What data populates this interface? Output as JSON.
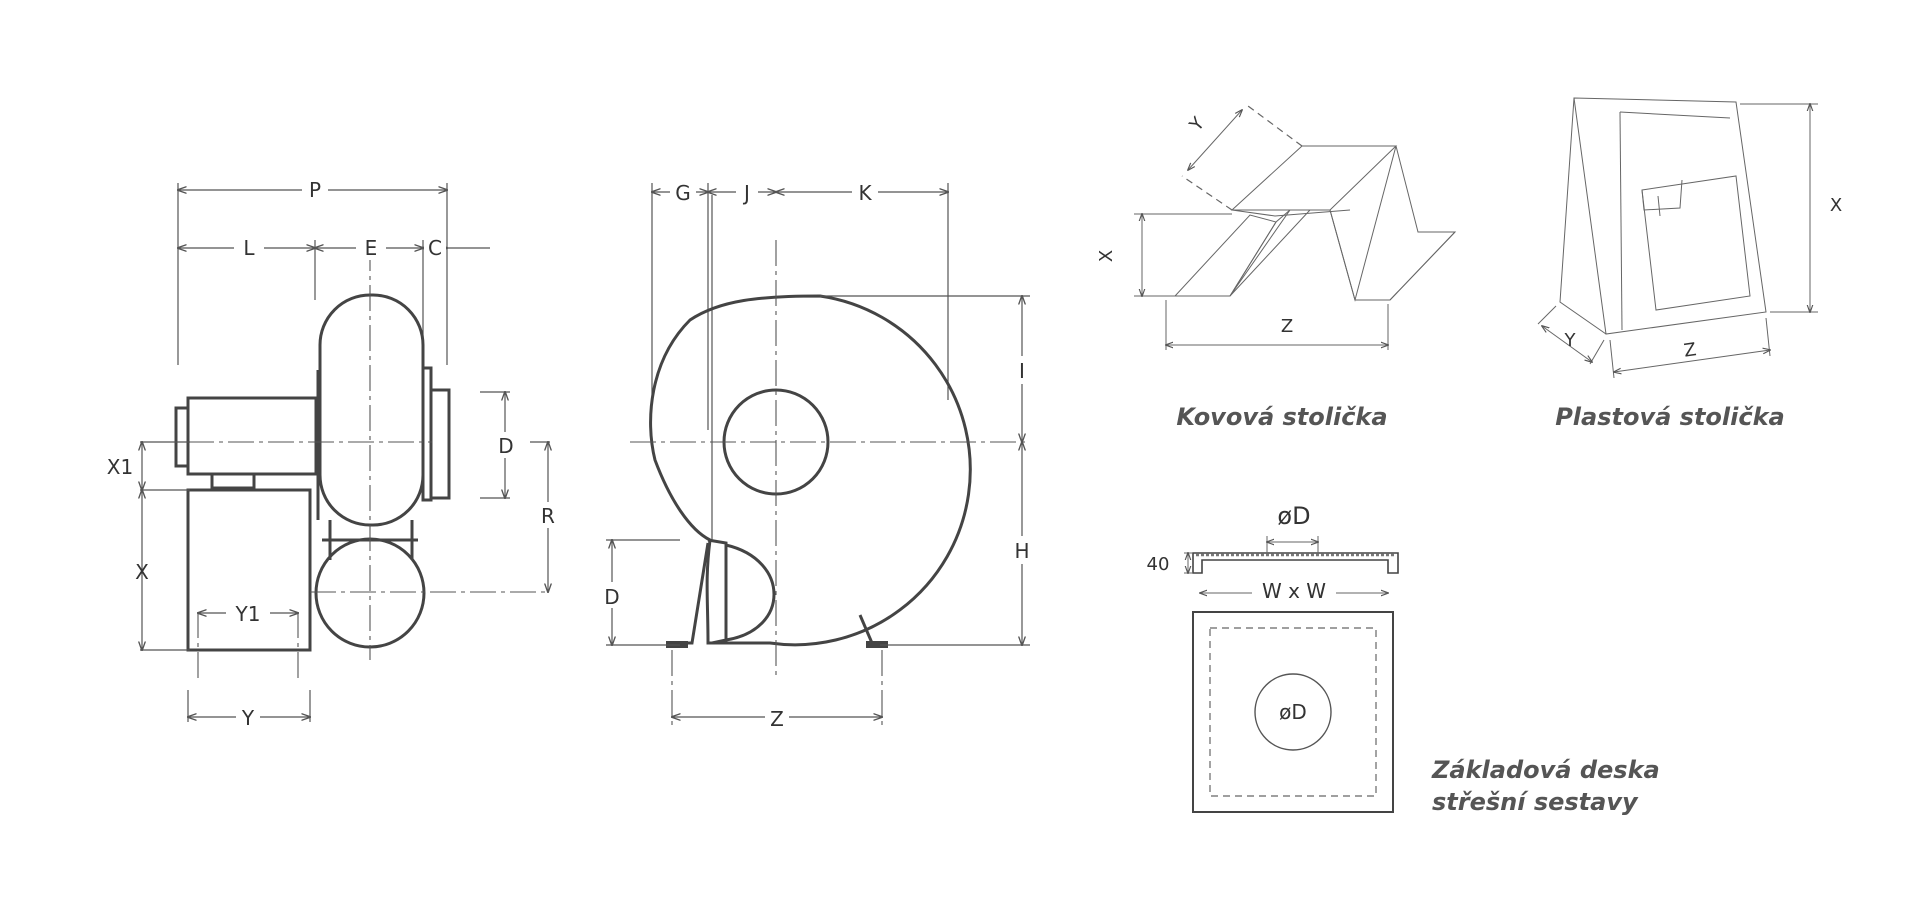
{
  "side_view": {
    "P": "P",
    "L": "L",
    "E": "E",
    "C": "C",
    "D": "D",
    "R": "R",
    "X1": "X1",
    "X": "X",
    "Y1": "Y1",
    "Y": "Y"
  },
  "front_view": {
    "G": "G",
    "J": "J",
    "K": "K",
    "I": "I",
    "H": "H",
    "D": "D",
    "Z": "Z"
  },
  "metal_stand": {
    "caption": "Kovová stolička",
    "Y": "Y",
    "X": "X",
    "Z": "Z"
  },
  "plastic_stand": {
    "caption": "Plastová stolička",
    "X": "X",
    "Y": "Y",
    "Z": "Z"
  },
  "base_plate": {
    "dia_top": "øD",
    "height": "40",
    "width": "W x W",
    "dia_center": "øD",
    "caption_line1": "Základová deska",
    "caption_line2": "střešní sestavy"
  }
}
